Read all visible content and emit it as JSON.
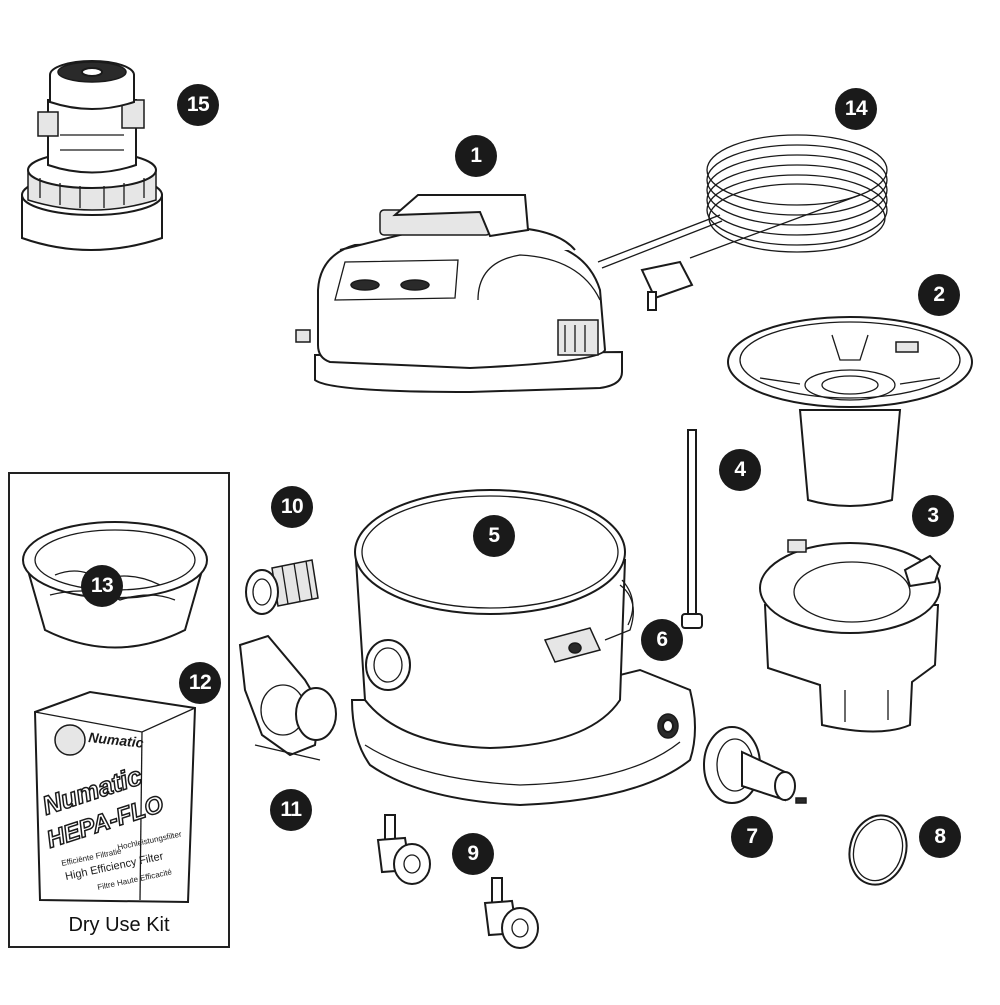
{
  "part_numbers": [
    "1",
    "2",
    "3",
    "4",
    "5",
    "6",
    "7",
    "8",
    "9",
    "10",
    "11",
    "12",
    "13",
    "14",
    "15"
  ],
  "kit": {
    "label": "Dry Use Kit",
    "box_brand": "Numatic",
    "box_product": "HEPA-FLO",
    "box_lines": [
      "Efficiënte Filtratie",
      "Hochleistungsfilter",
      "High Efficiency Filter",
      "Filtre Haute Efficacité"
    ]
  },
  "colors": {
    "line": "#1a1a1a",
    "badge": "#1a1a1a",
    "badge_text": "#ffffff",
    "fill": "#ffffff",
    "shade": "#e8e8e8"
  }
}
